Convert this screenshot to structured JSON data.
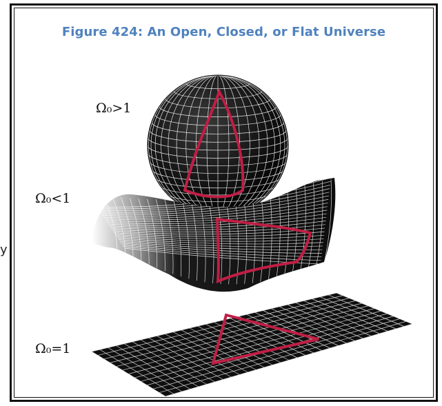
{
  "figure": {
    "title": "Figure 424: An Open, Closed, or Flat Universe",
    "accent_color": "#4f82be",
    "triangle_color": "#c01e45",
    "grid_color": "#ffffff",
    "surface_color": "#111111"
  },
  "labels": {
    "closed": "Ω₀>1",
    "open": "Ω₀<1",
    "flat": "Ω₀=1"
  },
  "edge_stub": "y"
}
